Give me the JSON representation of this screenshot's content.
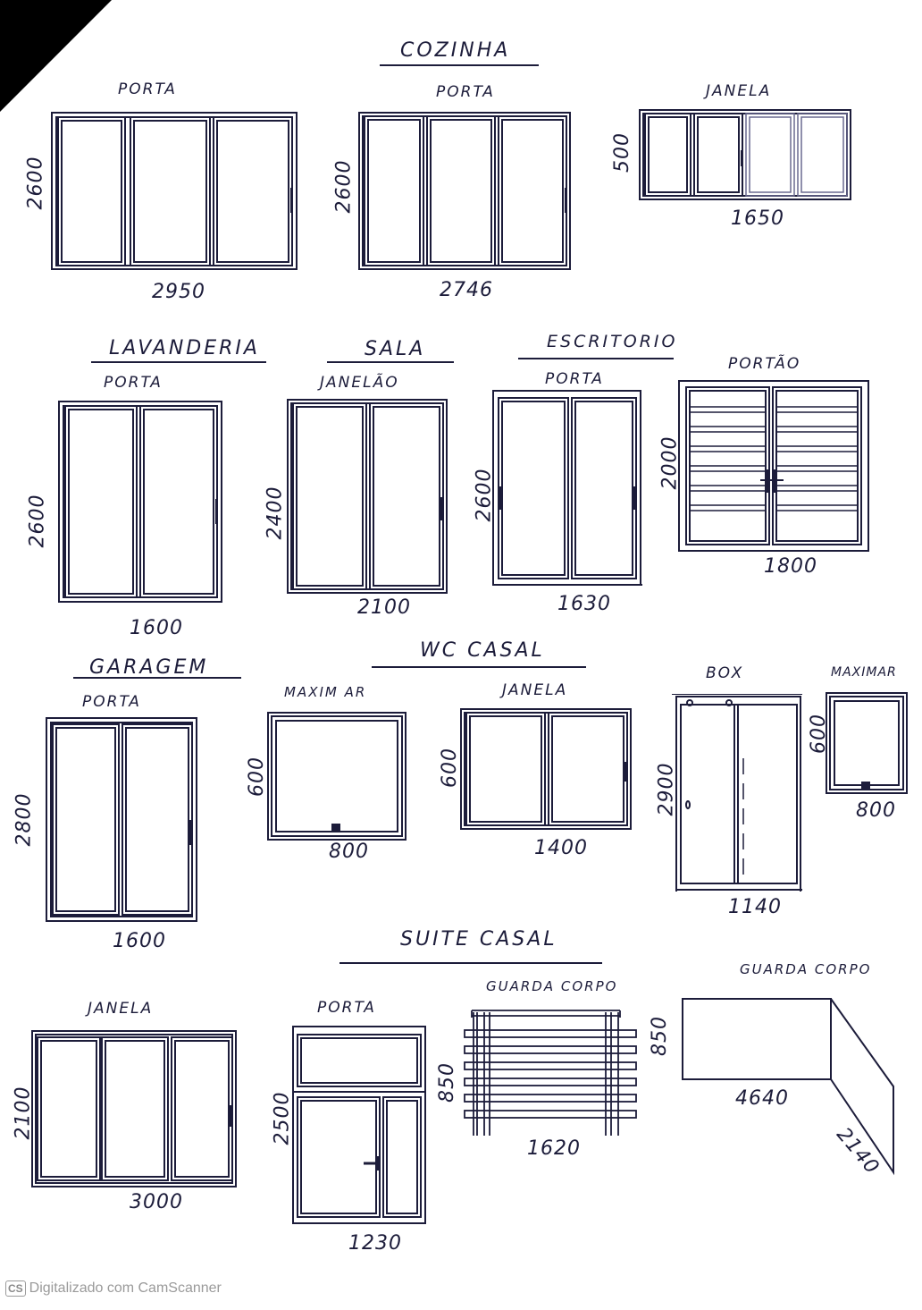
{
  "sections": {
    "cozinha": "COZINHA",
    "lavanderia": "LAVANDERIA",
    "sala": "SALA",
    "escritorio": "ESCRITORIO",
    "garagem": "GARAGEM",
    "wc_casal": "WC CASAL",
    "suite_casal": "SUITE CASAL"
  },
  "items": {
    "coz_porta1": {
      "label": "PORTA",
      "height": "2600",
      "width": "2950"
    },
    "coz_porta2": {
      "label": "PORTA",
      "height": "2600",
      "width": "2746"
    },
    "coz_janela": {
      "label": "JANELA",
      "height": "500",
      "width": "1650"
    },
    "lav_porta": {
      "label": "PORTA",
      "height": "2600",
      "width": "1600"
    },
    "sala_janelao": {
      "label": "JANELÃO",
      "height": "2400",
      "width": "2100"
    },
    "esc_porta": {
      "label": "PORTA",
      "height": "2600",
      "width": "1630"
    },
    "portao": {
      "label": "PORTÃO",
      "height": "2000",
      "width": "1800"
    },
    "gar_porta": {
      "label": "PORTA",
      "height": "2800",
      "width": "1600"
    },
    "wc_maximar": {
      "label": "MAXIM AR",
      "height": "600",
      "width": "800"
    },
    "wc_janela": {
      "label": "JANELA",
      "height": "600",
      "width": "1400"
    },
    "box": {
      "label": "BOX",
      "height": "2900",
      "width": "1140"
    },
    "maximar2": {
      "label": "MAXIMAR",
      "height": "600",
      "width": "800"
    },
    "suite_janela": {
      "label": "JANELA",
      "height": "2100",
      "width": "3000"
    },
    "suite_porta": {
      "label": "PORTA",
      "height": "2500",
      "width": "1230"
    },
    "guarda_corpo1": {
      "label": "GUARDA CORPO",
      "height": "850",
      "width": "1620"
    },
    "guarda_corpo2": {
      "label": "GUARDA CORPO",
      "height": "850",
      "width": "4640",
      "depth": "2140"
    }
  },
  "footer": {
    "badge": "CS",
    "text": "Digitalizado com CamScanner"
  }
}
